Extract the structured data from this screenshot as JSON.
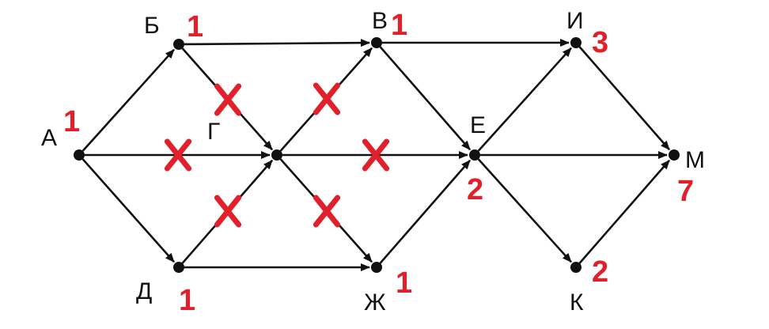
{
  "nodes": {
    "A": {
      "label": "А",
      "count": "1"
    },
    "B": {
      "label": "Б",
      "count": "1"
    },
    "V": {
      "label": "В",
      "count": "1"
    },
    "I": {
      "label": "И",
      "count": "3"
    },
    "G": {
      "label": "Г",
      "count": ""
    },
    "E": {
      "label": "Е",
      "count": "2"
    },
    "M": {
      "label": "М",
      "count": "7"
    },
    "D": {
      "label": "Д",
      "count": "1"
    },
    "ZH": {
      "label": "Ж",
      "count": "1"
    },
    "K": {
      "label": "К",
      "count": "2"
    }
  },
  "edges": [
    {
      "from": "A",
      "to": "B",
      "crossed": false
    },
    {
      "from": "A",
      "to": "G",
      "crossed": true
    },
    {
      "from": "A",
      "to": "D",
      "crossed": false
    },
    {
      "from": "B",
      "to": "V",
      "crossed": false
    },
    {
      "from": "B",
      "to": "G",
      "crossed": true
    },
    {
      "from": "D",
      "to": "G",
      "crossed": true
    },
    {
      "from": "D",
      "to": "ZH",
      "crossed": false
    },
    {
      "from": "G",
      "to": "V",
      "crossed": true
    },
    {
      "from": "G",
      "to": "E",
      "crossed": true
    },
    {
      "from": "G",
      "to": "ZH",
      "crossed": true
    },
    {
      "from": "V",
      "to": "I",
      "crossed": false
    },
    {
      "from": "V",
      "to": "E",
      "crossed": false
    },
    {
      "from": "ZH",
      "to": "E",
      "crossed": false
    },
    {
      "from": "E",
      "to": "I",
      "crossed": false
    },
    {
      "from": "E",
      "to": "M",
      "crossed": false
    },
    {
      "from": "E",
      "to": "K",
      "crossed": false
    },
    {
      "from": "I",
      "to": "M",
      "crossed": false
    },
    {
      "from": "K",
      "to": "M",
      "crossed": false
    }
  ],
  "colors": {
    "edge": "#111111",
    "node": "#111111",
    "count": "#e0202a",
    "cross": "#e0202a"
  }
}
